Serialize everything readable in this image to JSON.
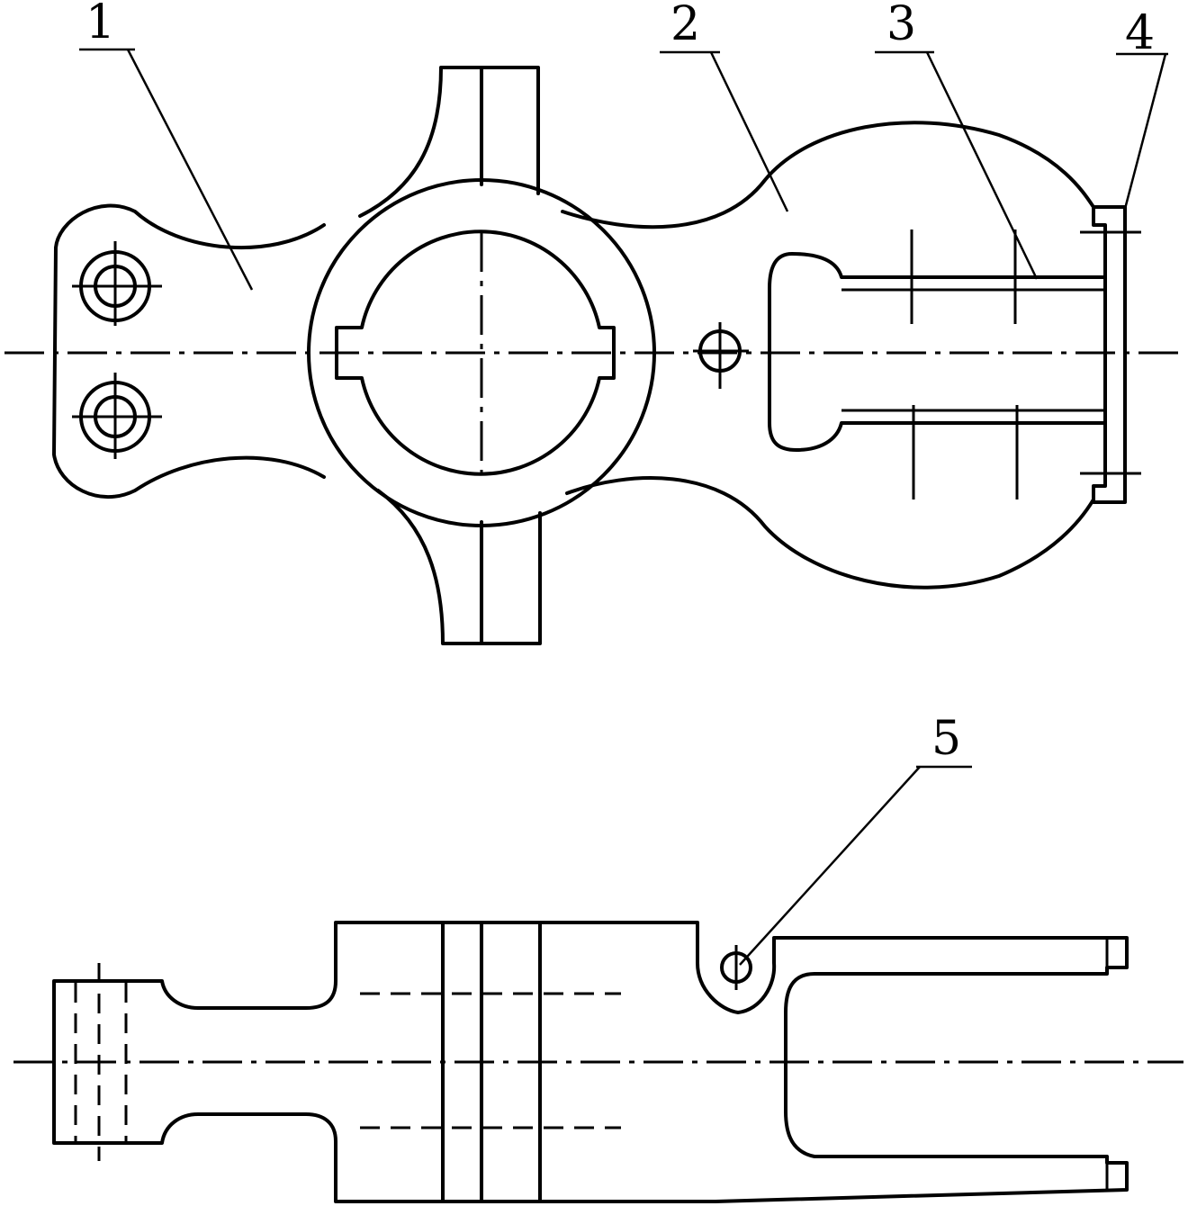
{
  "callouts": [
    {
      "id": "callout-1",
      "text": "1"
    },
    {
      "id": "callout-2",
      "text": "2"
    },
    {
      "id": "callout-3",
      "text": "3"
    },
    {
      "id": "callout-4",
      "text": "4"
    },
    {
      "id": "callout-5",
      "text": "5"
    }
  ]
}
